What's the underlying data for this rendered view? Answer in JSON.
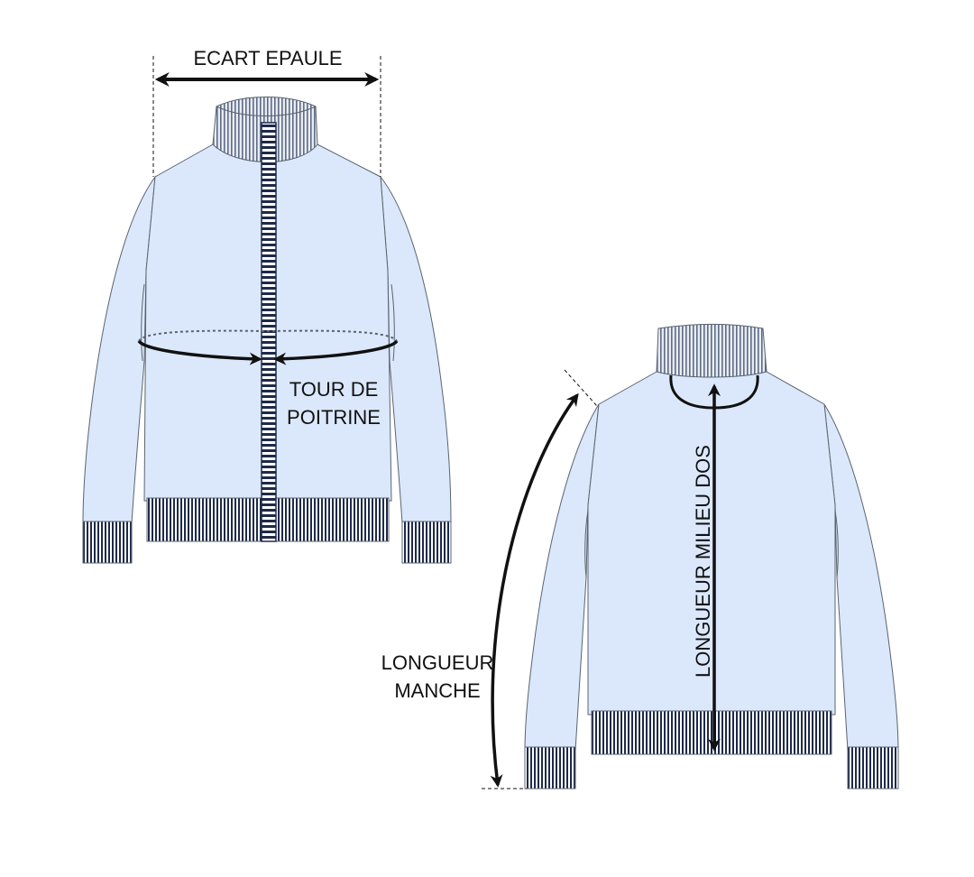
{
  "labels": {
    "shoulder_width": "ECART EPAULE",
    "chest_line1": "TOUR DE",
    "chest_line2": "POITRINE",
    "sleeve_line1": "LONGUEUR",
    "sleeve_line2": "MANCHE",
    "back_length": "LONGUEUR  MILIEU  DOS"
  },
  "colors": {
    "garment_fill": "#dbe8fb",
    "outline": "#5a6470",
    "rib": "#1e2a48",
    "arrow": "#111111",
    "background": "#ffffff"
  },
  "views": [
    "front-view",
    "back-view"
  ]
}
